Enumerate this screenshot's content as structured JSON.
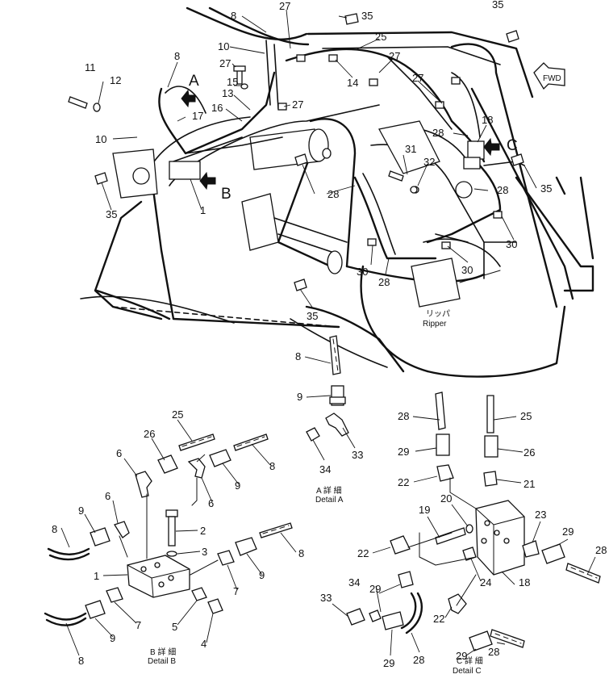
{
  "main_view": {
    "callouts": [
      "8",
      "27",
      "35",
      "35",
      "25",
      "27",
      "27",
      "10",
      "14",
      "27",
      "11",
      "8",
      "A",
      "15",
      "12",
      "13",
      "27",
      "16",
      "17",
      "10",
      "28",
      "18",
      "C",
      "31",
      "32",
      "28",
      "35",
      "B",
      "35",
      "28",
      "1",
      "30",
      "30",
      "30",
      "28",
      "35"
    ],
    "view_letters": [
      "A",
      "B",
      "C"
    ],
    "fwd_label": "FWD",
    "ripper_label": "Ripper",
    "ripper_jp": "リッパ"
  },
  "detail_a": {
    "callouts": [
      "8",
      "9",
      "33",
      "34"
    ],
    "caption_jp": "A 詳 細",
    "caption": "Detail A"
  },
  "detail_b": {
    "callouts": [
      "25",
      "26",
      "6",
      "8",
      "9",
      "6",
      "2",
      "9",
      "6",
      "3",
      "8",
      "1",
      "8",
      "9",
      "7",
      "9",
      "7",
      "5",
      "4",
      "8"
    ],
    "caption_jp": "B 詳 細",
    "caption": "Detail B"
  },
  "detail_c": {
    "callouts": [
      "28",
      "25",
      "29",
      "26",
      "22",
      "21",
      "20",
      "19",
      "23",
      "29",
      "28",
      "22",
      "24",
      "18",
      "34",
      "29",
      "33",
      "22",
      "29",
      "28",
      "29",
      "28"
    ],
    "caption_jp": "C 詳 細",
    "caption": "Detail C"
  },
  "colors": {
    "ink": "#111111",
    "paper": "#ffffff"
  },
  "icons": [
    "arrow-icon",
    "bolt-icon",
    "fitting-icon",
    "hose-icon",
    "washer-icon",
    "nut-icon",
    "block-icon"
  ]
}
